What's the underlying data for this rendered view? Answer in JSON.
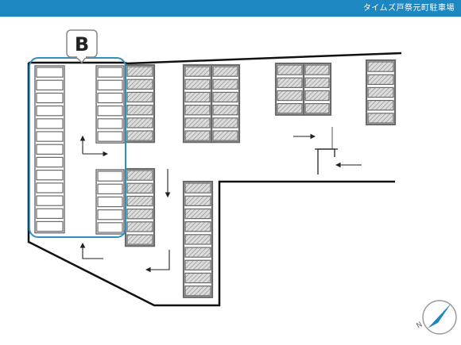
{
  "header": {
    "title": "タイムズ戸祭元町駐車場"
  },
  "map": {
    "area_marker_label": "B",
    "compass_letter": "N"
  },
  "colors": {
    "header_background": "#1d87c2",
    "highlight_border": "#2e8fc0",
    "compass": "#1d87c2",
    "lot_outline": "#111111",
    "space_outline": "#555555",
    "hatched_space_fill": "#d6d6d6"
  },
  "icons": [
    "area-b-marker-icon",
    "north-compass-icon",
    "direction-arrow-icon"
  ]
}
